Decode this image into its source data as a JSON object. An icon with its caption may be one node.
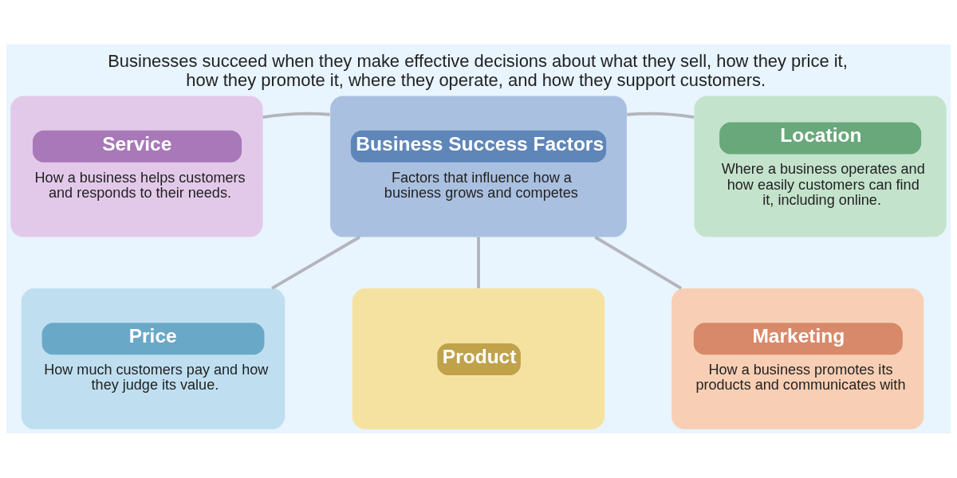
{
  "diagram": {
    "title": "Businesses succeed when they make effective decisions about what they sell, how they price it, how they promote it, where they operate, and how they support customers.",
    "nodes": [
      {
        "text": [
          "Service",
          "How a business helps customers and responds to their needs."
        ]
      },
      {
        "text": [
          "Business Success Factors",
          "Factors that influence how a business grows and competes"
        ]
      },
      {
        "text": [
          "Location",
          "Where a business operates and how easily customers can find it, including online."
        ]
      },
      {
        "text": [
          "Price",
          "How much customers pay and how they judge its value."
        ]
      },
      {
        "text": [
          "Product"
        ]
      },
      {
        "text": [
          "Marketing",
          "How a business promotes its products and communicates with"
        ]
      }
    ],
    "edges": [
      {
        "from": 1,
        "to": 0,
        "arrow": "none"
      },
      {
        "from": 1,
        "to": 2,
        "arrow": "none"
      },
      {
        "from": 1,
        "to": 3,
        "arrow": "none"
      },
      {
        "from": 1,
        "to": 4,
        "arrow": "none"
      },
      {
        "from": 1,
        "to": 5,
        "arrow": "none"
      }
    ]
  }
}
